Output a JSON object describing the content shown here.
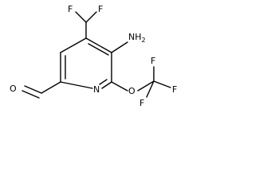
{
  "molecule": {
    "atom_labels": {
      "f_top_left": "F",
      "f_top_right": "F",
      "nh2": "NH",
      "nh2_subscript": "2",
      "o_aldehyde": "O",
      "n_ring": "N",
      "o_ether": "O",
      "f_cf3_top": "F",
      "f_cf3_left": "F",
      "f_cf3_right": "F"
    }
  }
}
